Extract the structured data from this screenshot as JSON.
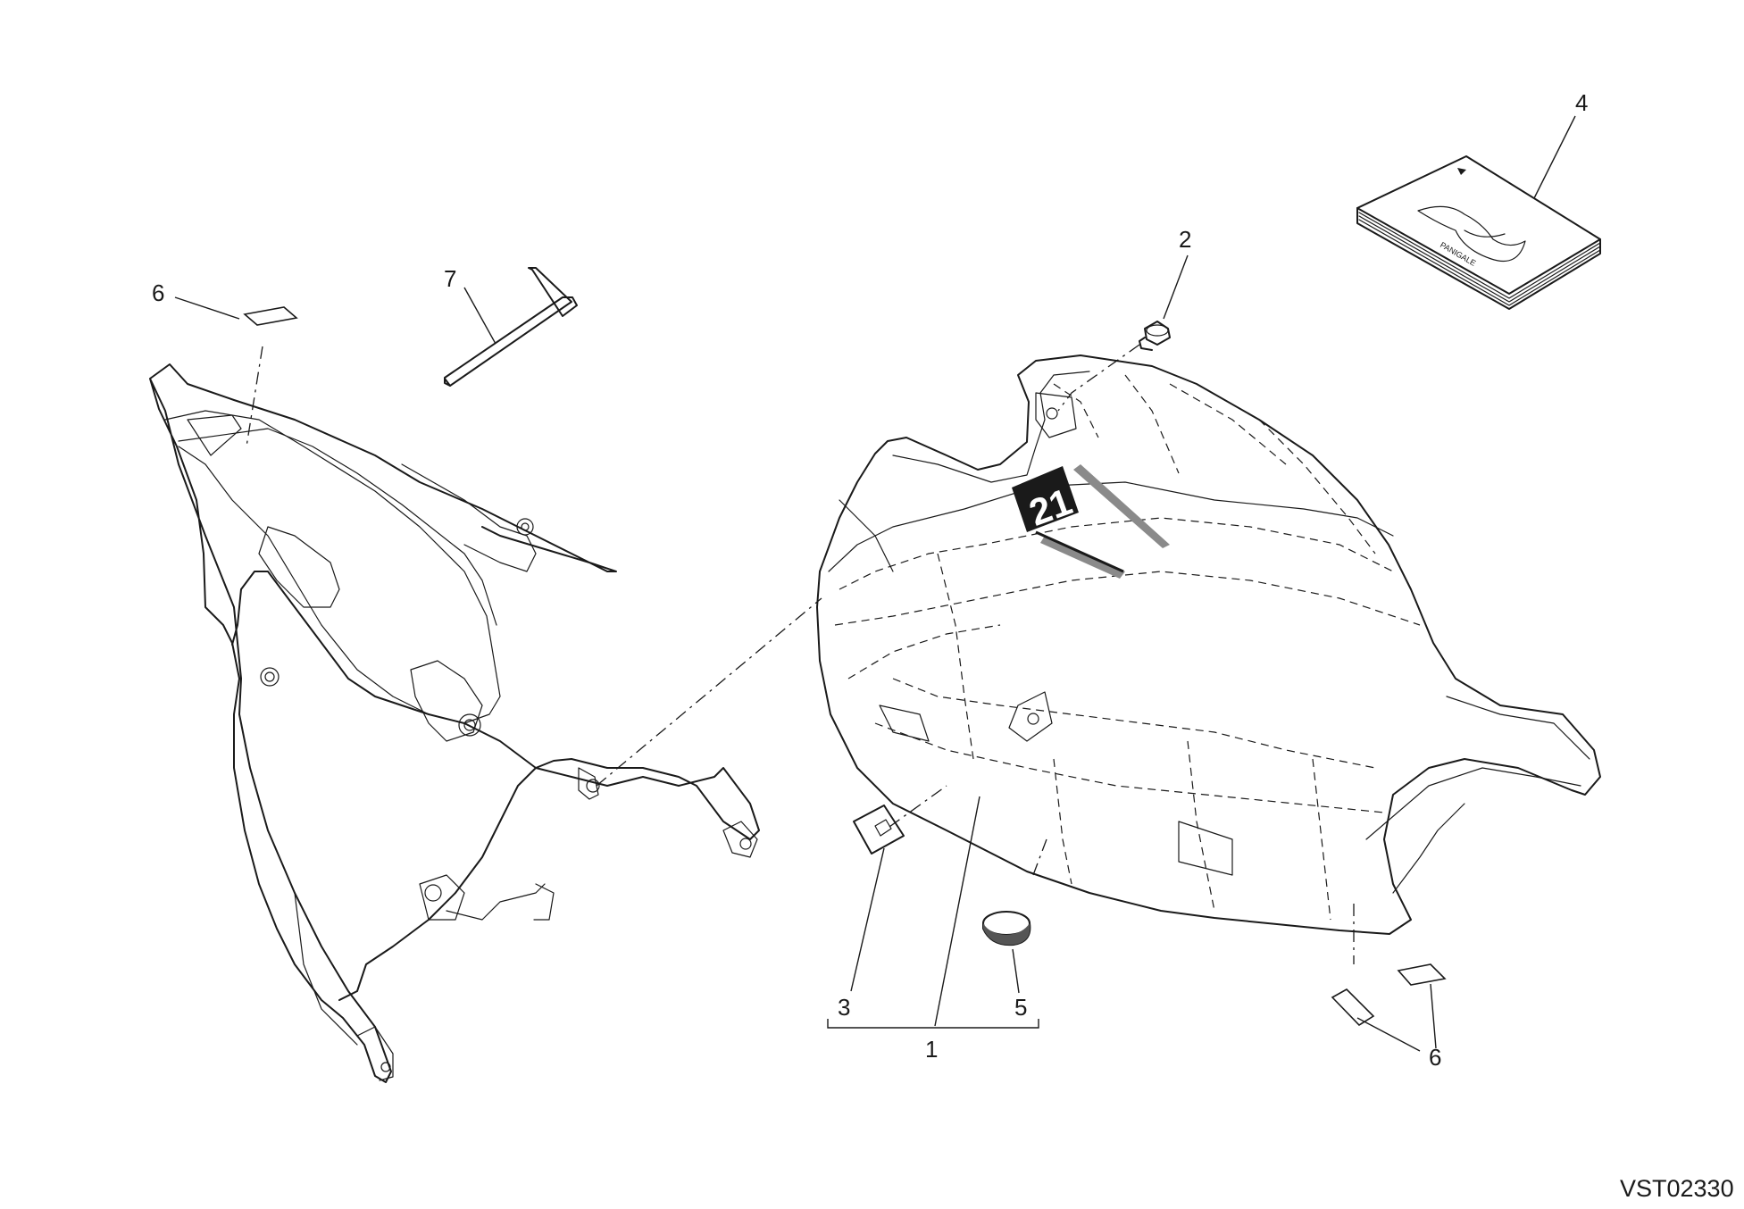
{
  "diagram": {
    "drawing_code": "VST02330",
    "seat_number": "21",
    "booklet_cover_text": "PANIGALE",
    "callouts": {
      "kit": "1",
      "screw": "2",
      "insert": "3",
      "booklet": "4",
      "rubber_pad": "5",
      "pads_left": "6",
      "pads_right": "6",
      "allen_key": "7"
    }
  }
}
